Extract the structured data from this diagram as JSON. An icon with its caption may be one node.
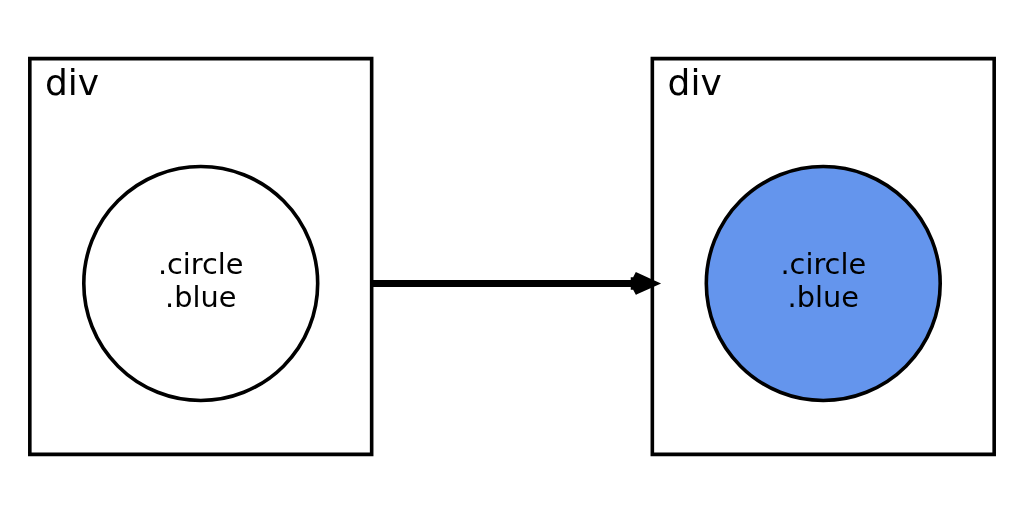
{
  "diagram": {
    "nodes": [
      {
        "text": [
          "div"
        ]
      },
      {
        "text": [
          ".circle",
          ".blue"
        ],
        "in": 0
      },
      {
        "text": [
          "div"
        ]
      },
      {
        "text": [
          ".circle",
          ".blue"
        ],
        "in": 2
      }
    ],
    "edges": [
      {
        "from": 0,
        "to": 2,
        "arrow": "to"
      }
    ]
  }
}
